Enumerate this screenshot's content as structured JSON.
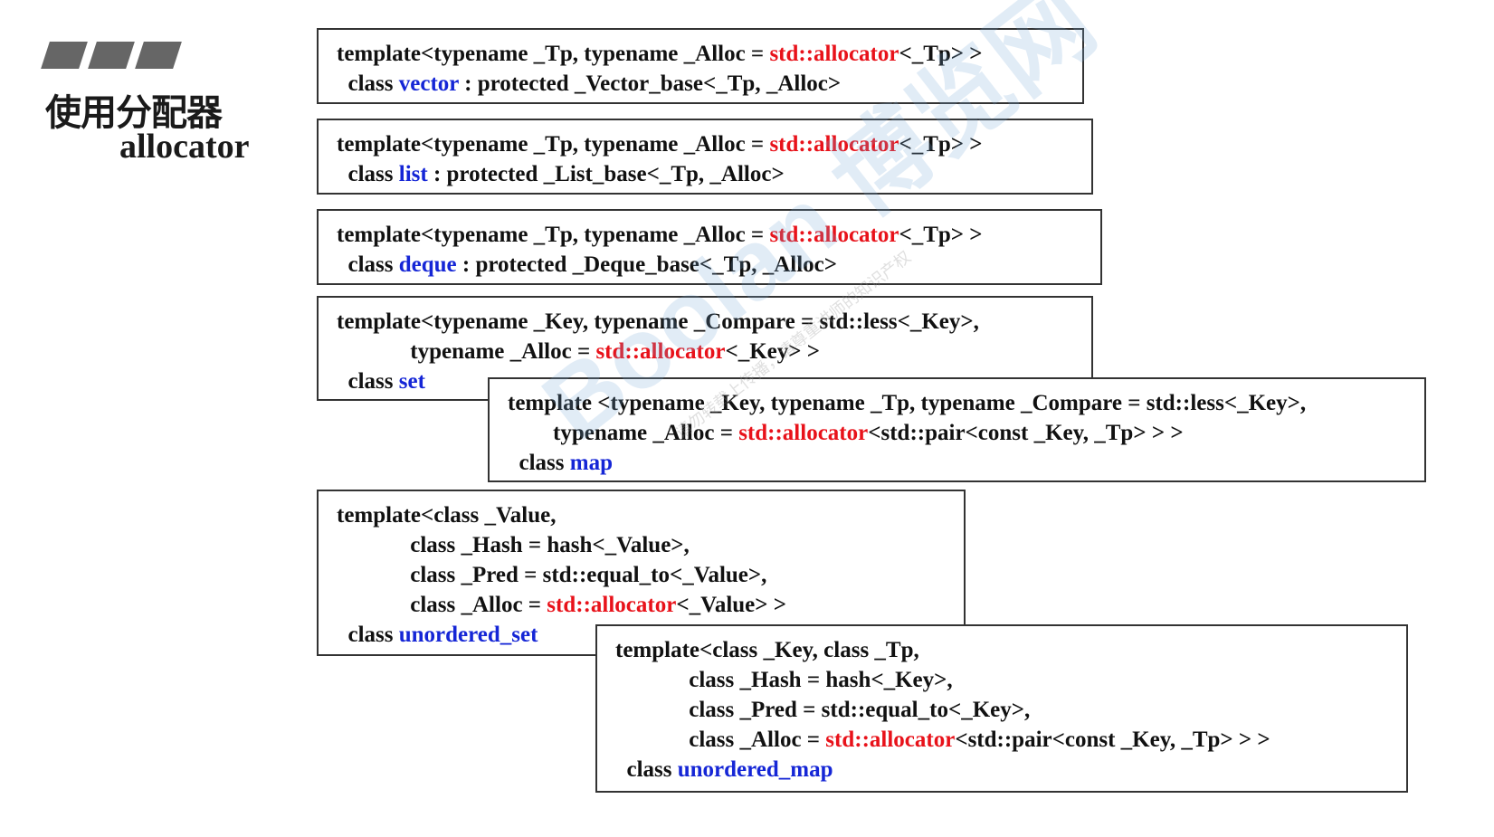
{
  "slide": {
    "title_cn": "使用分配器",
    "title_en": "allocator"
  },
  "watermark": {
    "brand": "Boolan",
    "cn_brand": "博览网",
    "notice": "请勿转载上传播，请尊重讲师的知识产权"
  },
  "code": {
    "vector": {
      "l1a": "template<typename _Tp, typename _Alloc = ",
      "l1b": "std::allocator",
      "l1c": "<_Tp> >",
      "l2a": "  class ",
      "l2b": "vector",
      "l2c": " : protected _Vector_base<_Tp, _Alloc>"
    },
    "list": {
      "l1a": "template<typename _Tp, typename _Alloc = ",
      "l1b": "std::allocator",
      "l1c": "<_Tp> >",
      "l2a": "  class ",
      "l2b": "list",
      "l2c": " : protected _List_base<_Tp, _Alloc>"
    },
    "deque": {
      "l1a": "template<typename _Tp, typename _Alloc = ",
      "l1b": "std::allocator",
      "l1c": "<_Tp> >",
      "l2a": "  class ",
      "l2b": "deque",
      "l2c": " : protected _Deque_base<_Tp, _Alloc>"
    },
    "set": {
      "l1": "template<typename _Key, typename _Compare = std::less<_Key>,",
      "l2a": "             typename _Alloc = ",
      "l2b": "std::allocator",
      "l2c": "<_Key> >",
      "l3a": "  class ",
      "l3b": "set"
    },
    "map": {
      "l1": "template <typename _Key, typename _Tp, typename _Compare = std::less<_Key>,",
      "l2a": "        typename _Alloc = ",
      "l2b": "std::allocator",
      "l2c": "<std::pair<const _Key, _Tp> > >",
      "l3a": "  class ",
      "l3b": "map"
    },
    "unordered_set": {
      "l1": "template<class _Value,",
      "l2": "             class _Hash = hash<_Value>,",
      "l3": "             class _Pred = std::equal_to<_Value>,",
      "l4a": "             class _Alloc = ",
      "l4b": "std::allocator",
      "l4c": "<_Value> >",
      "l5a": "  class ",
      "l5b": "unordered_set"
    },
    "unordered_map": {
      "l1": "template<class _Key, class _Tp,",
      "l2": "             class _Hash = hash<_Key>,",
      "l3": "             class _Pred = std::equal_to<_Key>,",
      "l4a": "             class _Alloc = ",
      "l4b": "std::allocator",
      "l4c": "<std::pair<const _Key, _Tp> > >",
      "l5a": "  class ",
      "l5b": "unordered_map"
    }
  },
  "colors": {
    "allocator_highlight": "#e8121a",
    "class_name_highlight": "#1526d6",
    "stripe": "#666666"
  }
}
